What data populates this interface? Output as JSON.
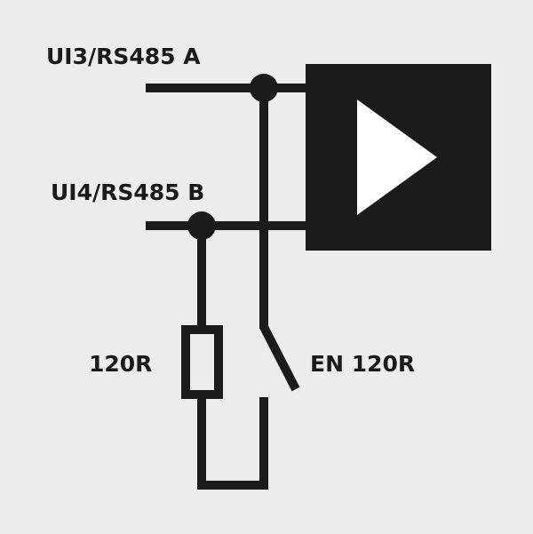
{
  "labels": {
    "line_a": "UI3/RS485 A",
    "line_b": "UI4/RS485 B",
    "resistor": "120R",
    "switch": "EN 120R"
  },
  "colors": {
    "background": "#ececec",
    "ink": "#1b1b1b",
    "symbol_fill": "#ffffff"
  },
  "components": {
    "amplifier": "buffer-triangle-icon",
    "resistor": "resistor-icon",
    "switch": "switch-icon"
  }
}
